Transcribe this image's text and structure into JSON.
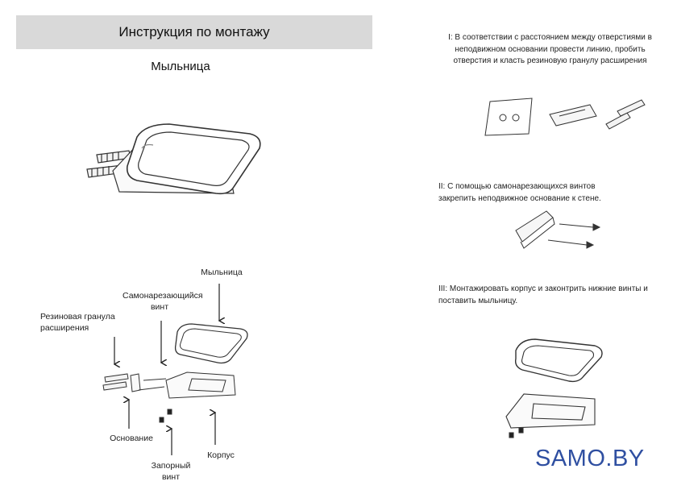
{
  "header": {
    "title": "Инструкция по монтажу"
  },
  "product": {
    "name": "Мыльница"
  },
  "diagram_labels": {
    "soap_dish": "Мыльница",
    "self_tapping_screw": "Самонарезающийся винт",
    "rubber_anchor": "Резиновая гранула расширения",
    "base": "Основание",
    "locking_screw": "Запорный винт",
    "body": "Корпус"
  },
  "steps": [
    {
      "text": "I: В соответствии с расстоянием между отверстиями в неподвижном основании провести линию, пробить отверстия и класть резиновую гранулу расширения"
    },
    {
      "text": "II: С помощью самонарезающихся винтов закрепить неподвижное основание к стене."
    },
    {
      "text": "III: Монтажировать корпус и законтрить нижние винты и поставить мыльницу."
    }
  ],
  "brand": {
    "text": "SAMO.BY",
    "color": "#2f4fa1"
  }
}
